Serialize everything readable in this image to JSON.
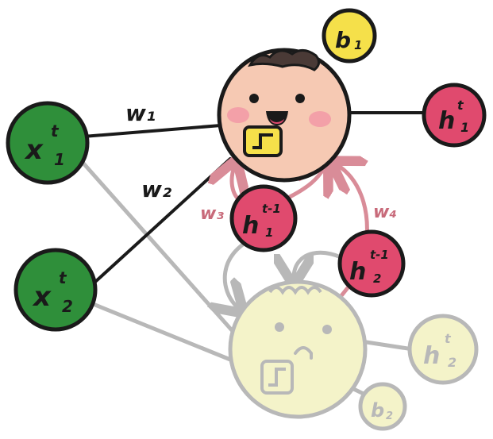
{
  "weights": {
    "w1": "w₁",
    "w2": "w₂",
    "w3": "w₃",
    "w4": "w₄"
  },
  "inputs": {
    "x1": {
      "base": "x",
      "sup": "t",
      "sub": "1"
    },
    "x2": {
      "base": "x",
      "sup": "t",
      "sub": "2"
    }
  },
  "outputs": {
    "h1": {
      "base": "h",
      "sup": "t",
      "sub": "1"
    },
    "h2": {
      "base": "h",
      "sup": "t",
      "sub": "2"
    }
  },
  "recurrent": {
    "h1_prev": {
      "base": "h",
      "sup": "t-1",
      "sub": "1"
    },
    "h2_prev": {
      "base": "h",
      "sup": "t-1",
      "sub": "2"
    }
  },
  "biases": {
    "b1": {
      "base": "b",
      "sub": "1"
    },
    "b2": {
      "base": "b",
      "sub": "2"
    }
  },
  "colors": {
    "green": "#2f8f3a",
    "pink": "#e04a6e",
    "yellow": "#f5e04a",
    "skin": "#f6c9b3",
    "faded": "#f4f3c9",
    "edge_pink": "#d98c98",
    "edge_gray": "#b8b8b8"
  }
}
